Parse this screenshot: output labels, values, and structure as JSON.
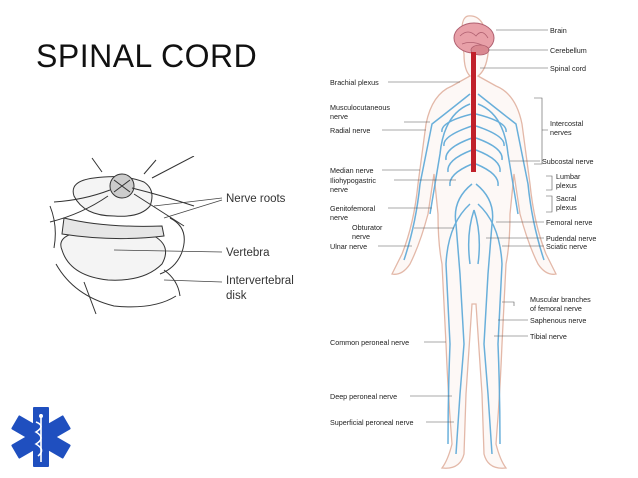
{
  "slide": {
    "title": "SPINAL CORD"
  },
  "spine_diagram": {
    "labels": [
      "Nerve roots",
      "Vertebra",
      "Intervertebral",
      "disk"
    ]
  },
  "body_diagram": {
    "right_labels": [
      "Brain",
      "Cerebellum",
      "Spinal cord",
      "Intercostal",
      "nerves",
      "Subcostal nerve",
      "Lumbar",
      "plexus",
      "Sacral",
      "plexus",
      "Femoral nerve",
      "Pudendal nerve",
      "Sciatic nerve",
      "Muscular branches",
      "of femoral nerve",
      "Saphenous nerve",
      "Tibial nerve"
    ],
    "left_labels": [
      "Brachial plexus",
      "Musculocutaneous",
      "nerve",
      "Radial nerve",
      "Median nerve",
      "Iliohypogastric",
      "nerve",
      "Genitofemoral",
      "nerve",
      "Obturator",
      "nerve",
      "Ulnar nerve",
      "Common peroneal nerve",
      "Deep peroneal nerve",
      "Superficial peroneal nerve"
    ]
  },
  "colors": {
    "nerve": "#5aa8d8",
    "cord": "#c0202a",
    "brain": "#e8a0a8",
    "emblem": "#1f4fbf"
  },
  "icons": {
    "emblem": "star-of-life-icon"
  }
}
